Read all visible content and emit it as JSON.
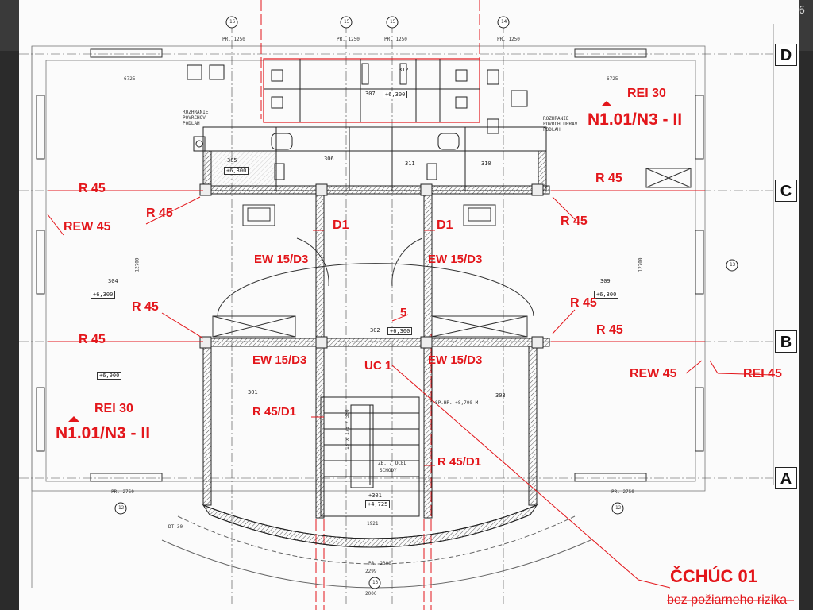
{
  "viewer": {
    "page_number": "6"
  },
  "axes": [
    {
      "id": "axis-d",
      "label": "D"
    },
    {
      "id": "axis-c",
      "label": "C"
    },
    {
      "id": "axis-b",
      "label": "B"
    },
    {
      "id": "axis-a",
      "label": "A"
    }
  ],
  "fire_labels": {
    "rei30_right": "REI 30",
    "n101_right": "N1.01/N3 - II",
    "r45_c_right": "R 45",
    "r45_left_upper": "R 45",
    "r45_left_inner": "R 45",
    "rew45_left": "REW 45",
    "d1_left": "D1",
    "d1_right": "D1",
    "r45_right_upper": "R 45",
    "ew15_left_upper": "EW 15/D3",
    "ew15_right_upper": "EW 15/D3",
    "r45_left_mid": "R 45",
    "r45_right_mid": "R 45",
    "r45_right_b": "R 45",
    "r45_left_b": "R 45",
    "door5": "5",
    "ew15_left_lower": "EW 15/D3",
    "uc1": "UC 1",
    "ew15_right_lower": "EW 15/D3",
    "rew45_right": "REW 45",
    "rei45_right": "REI 45",
    "rei30_left": "REI 30",
    "n101_left": "N1.01/N3 - II",
    "r45d1_left": "R 45/D1",
    "r45d1_right": "R 45/D1"
  },
  "title_block": {
    "title": "ČCHÚC 01",
    "subtitle": "bez požiarneho rizika"
  },
  "rooms": {
    "r304": "304",
    "r309": "309",
    "r305": "305",
    "r306": "306",
    "r311": "311",
    "r310": "310",
    "r307": "307",
    "r312": "312",
    "r302": "302",
    "r301": "301",
    "r303": "303",
    "r3011": "+301"
  },
  "elevations": {
    "e304": "+6,300",
    "e309": "+6,300",
    "e305": "+6,300",
    "e302": "+6,300",
    "e301": "+6,900",
    "e307": "+6,300",
    "e3011": "+4,725"
  },
  "annotations": {
    "rozhranie_left": [
      "ROZHRANIE",
      "POVRCHOV",
      "PODLAH"
    ],
    "rozhranie_right": [
      "ROZHRANIE",
      "POVRCH.UPRAV",
      "PODLAH"
    ],
    "stairs": "18 x 175 / 300",
    "stairs2": "ŽB. / OCEL",
    "stairs3": "SCHODY",
    "sphr": "SP.HR. +8,700 M",
    "dt30": "DT 30"
  },
  "axis_bubbles": [
    "16",
    "15",
    "15",
    "14",
    "12",
    "13",
    "12",
    "13"
  ],
  "dims": {
    "d6725a": "6725",
    "d6725b": "6725",
    "d12700a": "12700",
    "d12700b": "12700",
    "d2300": "2300",
    "d2000": "2000",
    "d1921": "1921",
    "d2299": "2299",
    "pr1250a": "PR. 1250",
    "pr1250b": "PR. 1250",
    "pr1250c": "PR. 1250",
    "pr1250d": "PR. 1250",
    "pr2750a": "PR. 2750",
    "pr2750b": "PR. 2750",
    "pr2300": "PR. 2300"
  }
}
